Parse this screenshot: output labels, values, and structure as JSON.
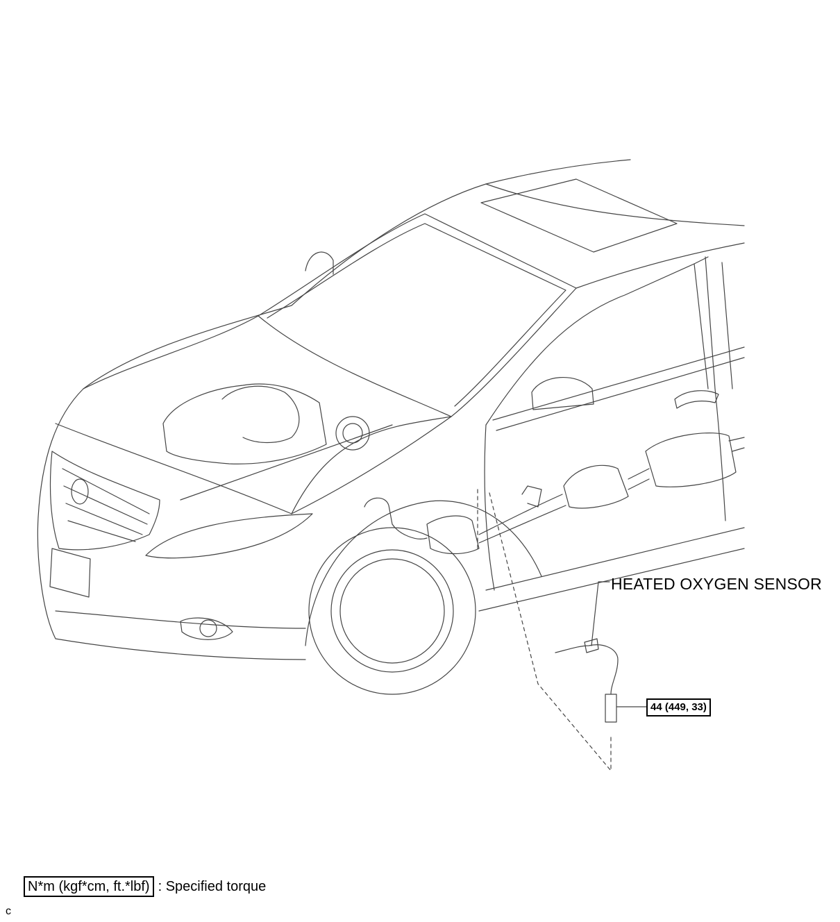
{
  "callouts": {
    "sensor_name": "HEATED OXYGEN SENSOR",
    "torque_value": "44 (449, 33)"
  },
  "legend": {
    "unit_box": "N*m (kgf*cm, ft.*lbf)",
    "description": ": Specified torque"
  },
  "figure_code": "c"
}
